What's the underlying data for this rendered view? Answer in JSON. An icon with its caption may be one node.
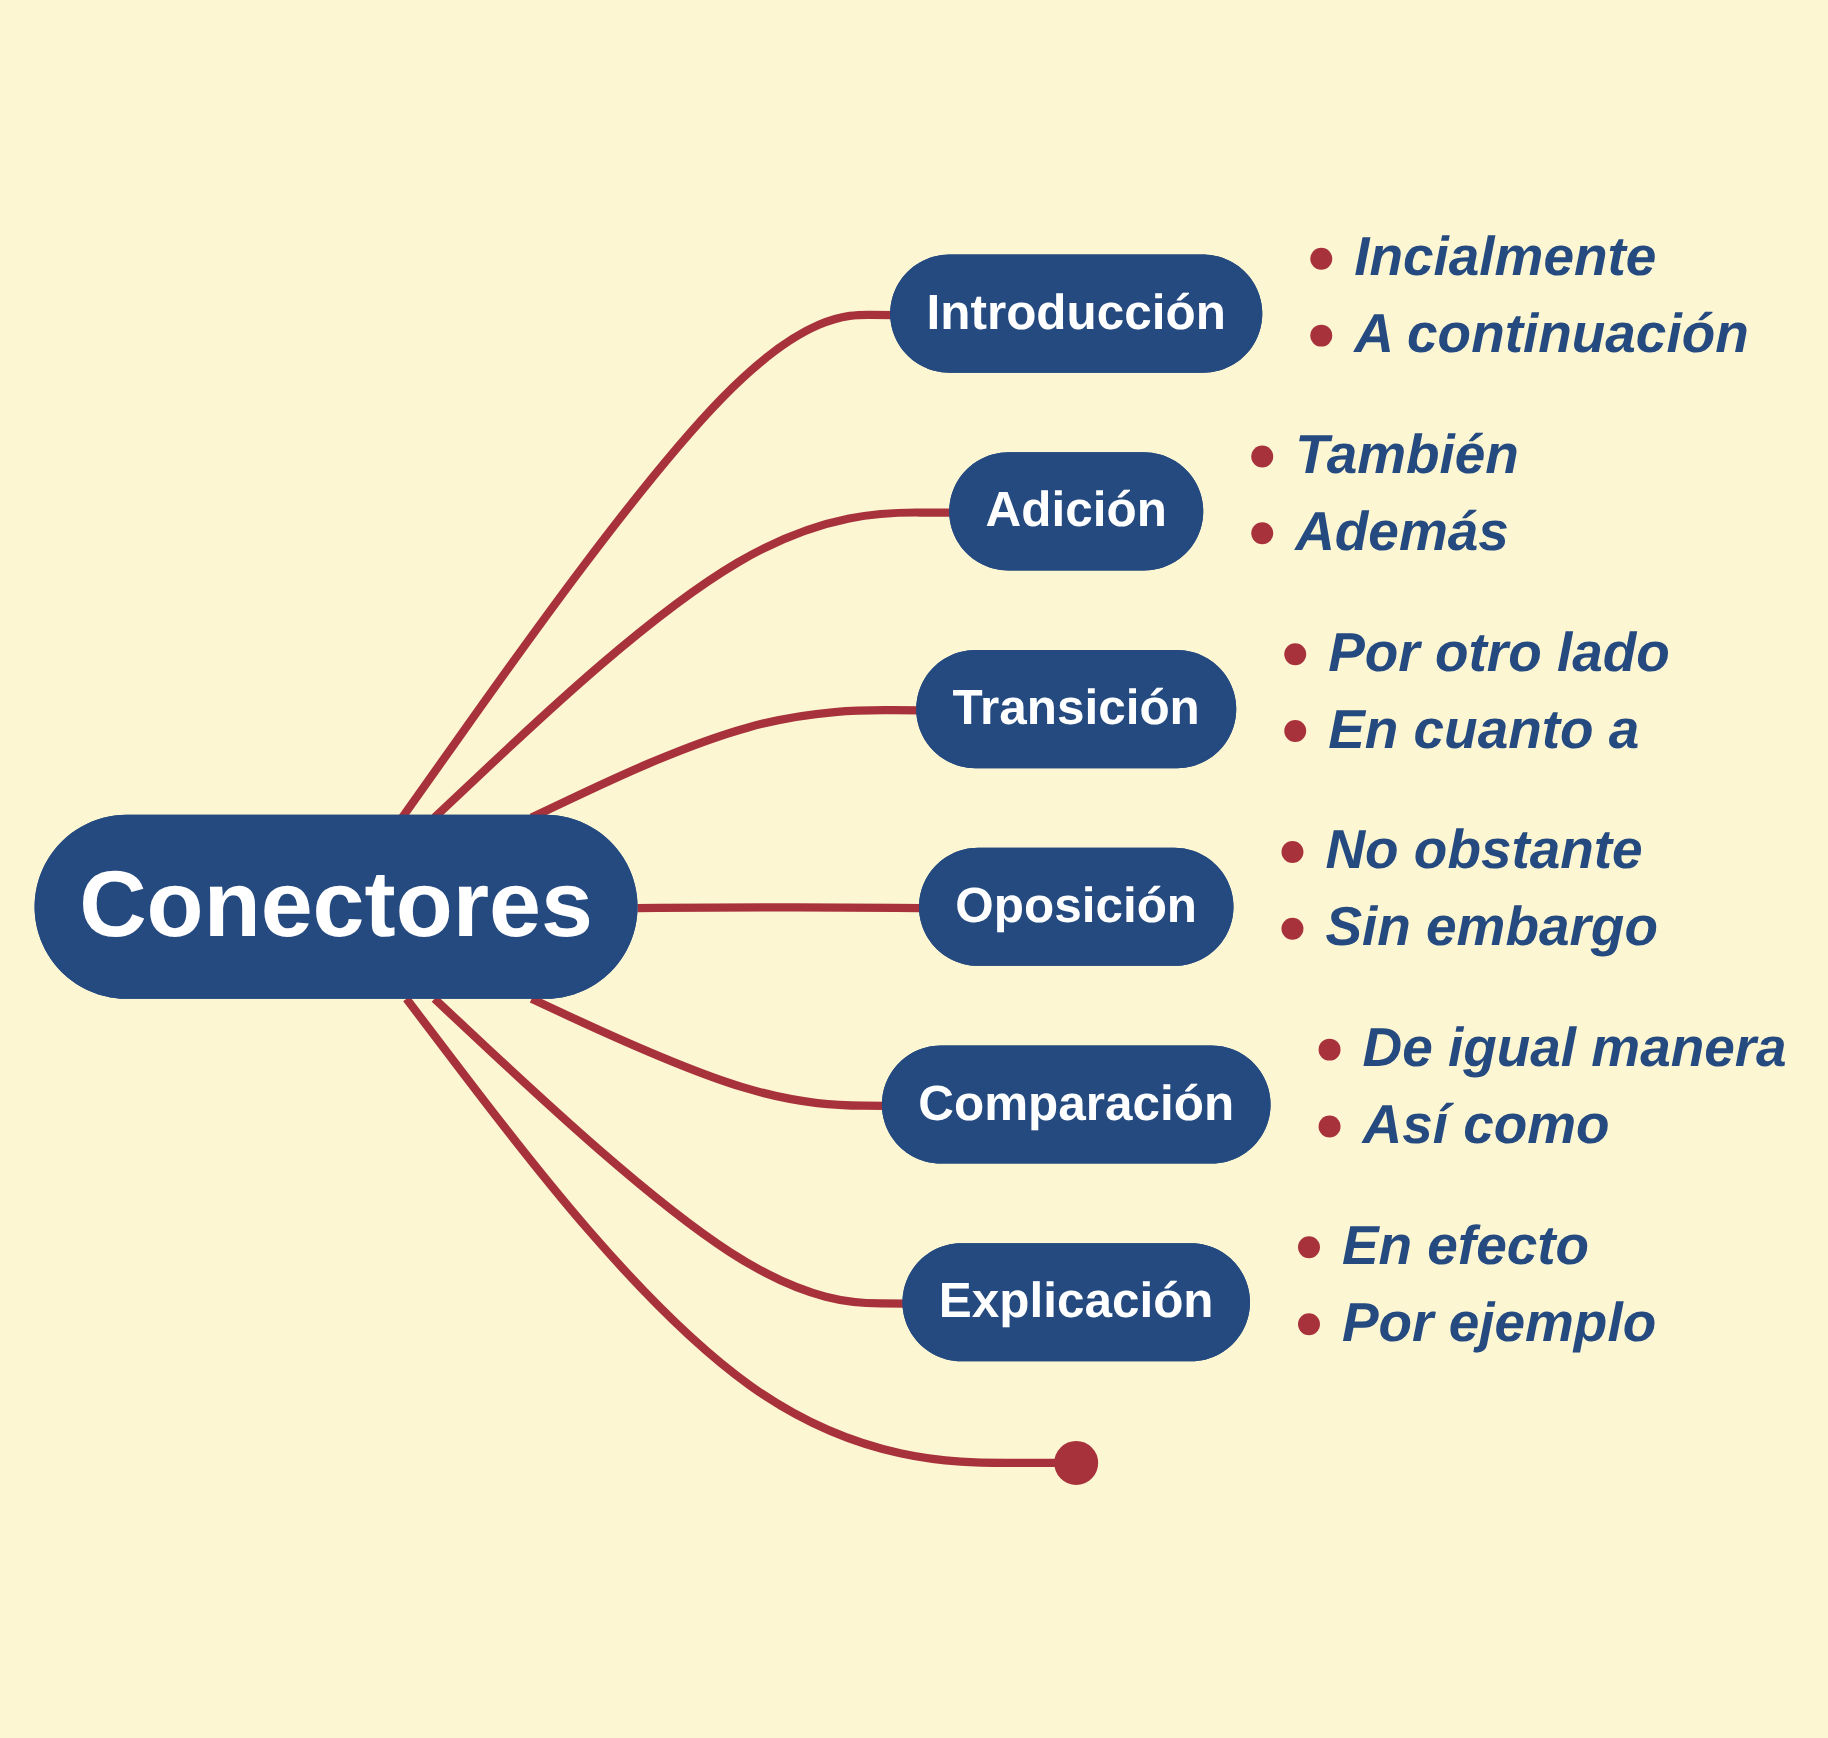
{
  "diagram": {
    "nodes": [
      {
        "text": [
          "Conectores"
        ]
      },
      {
        "text": [
          "Introducción"
        ],
        "beside": [
          "Incialmente",
          "A continuación"
        ]
      },
      {
        "text": [
          "Adición"
        ],
        "beside": [
          "También",
          "Además"
        ]
      },
      {
        "text": [
          "Transición"
        ],
        "beside": [
          "Por otro lado",
          "En cuanto a"
        ]
      },
      {
        "text": [
          "Oposición"
        ],
        "beside": [
          "No obstante",
          "Sin embargo"
        ]
      },
      {
        "text": [
          "Comparación"
        ],
        "beside": [
          "De igual manera",
          "Así como"
        ]
      },
      {
        "text": [
          "Explicación"
        ],
        "beside": [
          "En efecto",
          "Por ejemplo"
        ]
      },
      {
        "text": [],
        "shape": "circle"
      }
    ],
    "edges": [
      {
        "from": 0,
        "to": 1,
        "arrow": "none"
      },
      {
        "from": 0,
        "to": 2,
        "arrow": "none"
      },
      {
        "from": 0,
        "to": 3,
        "arrow": "none"
      },
      {
        "from": 0,
        "to": 4,
        "arrow": "none"
      },
      {
        "from": 0,
        "to": 5,
        "arrow": "none"
      },
      {
        "from": 0,
        "to": 6,
        "arrow": "none"
      },
      {
        "from": 0,
        "to": 7,
        "arrow": "none"
      }
    ]
  }
}
